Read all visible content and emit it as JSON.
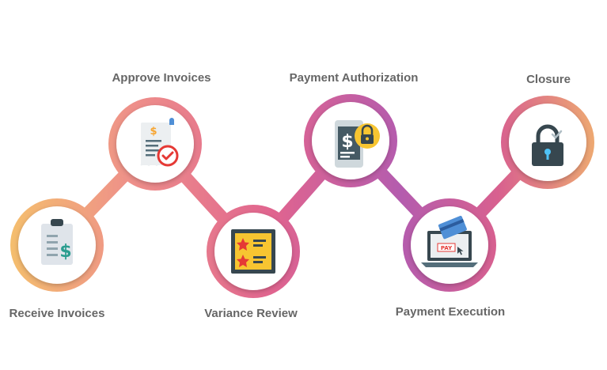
{
  "steps": [
    {
      "label": "Receive Invoices",
      "icon": "clipboard-dollar-icon"
    },
    {
      "label": "Approve Invoices",
      "icon": "invoice-approved-icon"
    },
    {
      "label": "Variance Review",
      "icon": "star-review-icon"
    },
    {
      "label": "Payment Authorization",
      "icon": "mobile-payment-lock-icon"
    },
    {
      "label": "Payment Execution",
      "icon": "laptop-pay-card-icon"
    },
    {
      "label": "Closure",
      "icon": "padlock-icon"
    }
  ],
  "colors": {
    "gradient_start": "#f5c26b",
    "gradient_mid1": "#ee8f8a",
    "gradient_mid2": "#e0648f",
    "gradient_mid3": "#b45cae",
    "gradient_end": "#f0b26e",
    "label_text": "#666666",
    "icon_dark": "#37474f",
    "icon_yellow": "#f7c531",
    "icon_red": "#e53935",
    "icon_teal": "#2a9d8f",
    "icon_blue": "#4f8fd6"
  }
}
